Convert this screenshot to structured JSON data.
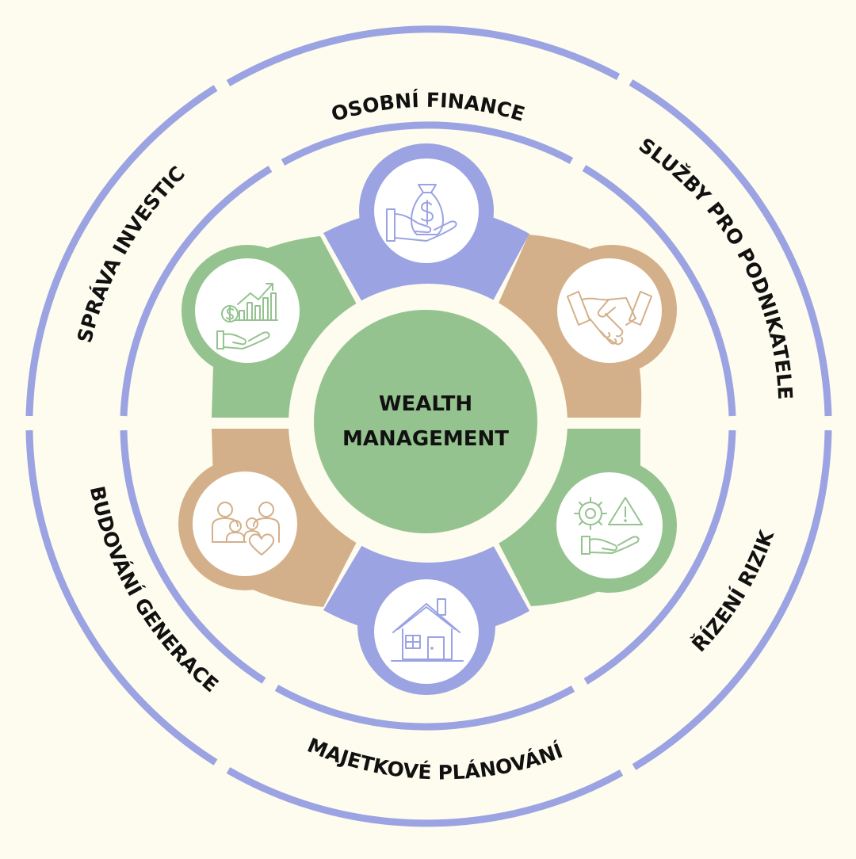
{
  "center": {
    "line1": "WEALTH",
    "line2": "MANAGEMENT"
  },
  "labels": {
    "osobni_finance": "OSOBNÍ FINANCE",
    "sluzby": "SLUŽBY PRO PODNIKATELE",
    "rizeni": "ŘÍZENÍ RIZIK",
    "majetkove": "MAJETKOVÉ PLÁNOVÁNÍ",
    "budovani": "BUDOVÁNÍ GENERACE",
    "sprava": "SPRÁVA INVESTIC"
  },
  "icons": {
    "top": "money-bag-hand-icon",
    "upper_right": "handshake-icon",
    "lower_right": "risk-gear-warning-icon",
    "bottom": "house-icon",
    "lower_left": "family-icon",
    "upper_left": "investment-growth-icon"
  },
  "colors": {
    "background": "#fdfcee",
    "ring": "#9ba3e2",
    "purple": "#9ba3e2",
    "tan": "#d4b08a",
    "green": "#95c38f",
    "text": "#111111",
    "white": "#ffffff"
  }
}
